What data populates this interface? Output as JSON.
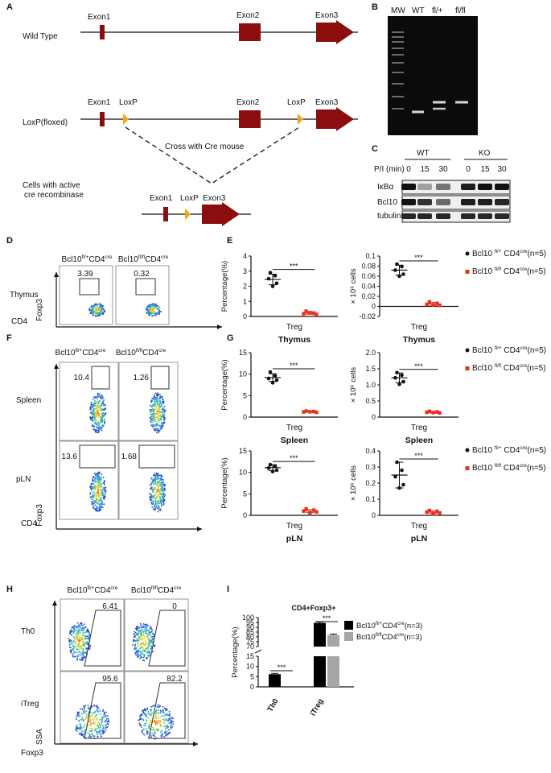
{
  "panels": {
    "A": "A",
    "B": "B",
    "C": "C",
    "D": "D",
    "E": "E",
    "F": "F",
    "G": "G",
    "H": "H",
    "I": "I"
  },
  "panel_a": {
    "wild_type": "Wild Type",
    "loxp_floxed": "LoxP(floxed)",
    "cells_line1": "Cells with active",
    "cells_line2": "cre recombinase",
    "exon1": "Exon1",
    "exon2": "Exon2",
    "exon3": "Exon3",
    "loxp": "LoxP",
    "cross": "Cross with Cre mouse",
    "colors": {
      "exon": "#8b0d0d",
      "loxp": "#f5a21b"
    }
  },
  "panel_b": {
    "lanes": [
      "MW",
      "WT",
      "fl/+",
      "fl/fl"
    ]
  },
  "panel_c": {
    "wt": "WT",
    "ko": "KO",
    "pi_label": "P/I (min)",
    "timepoints": [
      "0",
      "15",
      "30",
      "0",
      "15",
      "30"
    ],
    "rows": [
      "IκBα",
      "Bcl10",
      "tubulin"
    ]
  },
  "flow": {
    "col_het_base": "Bcl10",
    "col_het_sup": "fl/+",
    "col_het_sub": "CD4",
    "col_het_sub_sup": "cre",
    "col_ko_base": "Bcl10",
    "col_ko_sup": "fl/fl",
    "col_ko_sub": "CD4",
    "col_ko_sub_sup": "cre",
    "foxp3": "Foxp3",
    "cd4": "CD4",
    "ssa": "SSA"
  },
  "panel_d": {
    "row": "Thymus",
    "values": [
      "3.39",
      "0.32"
    ]
  },
  "panel_f": {
    "rows": [
      "Spleen",
      "pLN"
    ],
    "values": [
      [
        "10.4",
        "1.26"
      ],
      [
        "13.6",
        "1.68"
      ]
    ]
  },
  "panel_h": {
    "rows": [
      "Th0",
      "iTreg"
    ],
    "values": [
      [
        "6.41",
        "0"
      ],
      [
        "95.6",
        "82.2"
      ]
    ]
  },
  "legend_e": {
    "het_prefix": "Bcl10 ",
    "het_sup": "fl/+",
    "het_mid": " CD4",
    "het_sup2": "cre",
    "het_suffix": "(n=5)",
    "ko_prefix": "Bcl10 ",
    "ko_sup": "fl/fl",
    "ko_mid": " CD4",
    "ko_sup2": "cre",
    "ko_suffix": "(n=5)"
  },
  "legend_i": {
    "het": "Bcl10",
    "het_sup": "fl/+",
    "het_mid": "CD4",
    "het_sup2": "cre",
    "het_suffix": "(n=3)",
    "ko": "Bcl10",
    "ko_sup": "fl/fl",
    "ko_mid": "CD4",
    "ko_sup2": "cre",
    "ko_suffix": "(n=3)"
  },
  "sig": "***",
  "chart_data": [
    {
      "type": "scatter",
      "panel": "E",
      "xlabel": "Thymus",
      "category": "Treg",
      "ylabel": "Percentage(%)",
      "ylim": [
        0,
        4
      ],
      "yticks": [
        0,
        1,
        2,
        3,
        4
      ],
      "series": [
        {
          "name": "Bcl10 fl/+ CD4cre(n=5)",
          "color": "#111111",
          "points": [
            2.9,
            2.7,
            2.5,
            2.2,
            2.0
          ],
          "mean": 2.45,
          "sd": 0.35
        },
        {
          "name": "Bcl10 fl/fl CD4cre(n=5)",
          "color": "#e8321e",
          "points": [
            0.35,
            0.22,
            0.18,
            0.12,
            0.25
          ],
          "mean": 0.22,
          "sd": 0.08
        }
      ],
      "significance": "***"
    },
    {
      "type": "scatter",
      "panel": "E",
      "xlabel": "Thymus",
      "category": "Treg",
      "ylabel": "× 10⁶ cells",
      "ylim": [
        -0.02,
        0.1
      ],
      "yticks": [
        -0.02,
        0,
        0.02,
        0.04,
        0.06,
        0.08,
        0.1
      ],
      "series": [
        {
          "name": "Bcl10 fl/+ CD4cre(n=5)",
          "color": "#111111",
          "points": [
            0.084,
            0.079,
            0.072,
            0.064,
            0.06
          ],
          "mean": 0.072,
          "sd": 0.01
        },
        {
          "name": "Bcl10 fl/fl CD4cre(n=5)",
          "color": "#e8321e",
          "points": [
            0.009,
            0.006,
            0.004,
            0.002,
            0.003
          ],
          "mean": 0.005,
          "sd": 0.003
        }
      ],
      "significance": "***"
    },
    {
      "type": "scatter",
      "panel": "G",
      "xlabel": "Spleen",
      "category": "Treg",
      "ylabel": "Percentage(%)",
      "ylim": [
        0,
        15
      ],
      "yticks": [
        0,
        5,
        10,
        15
      ],
      "series": [
        {
          "name": "Bcl10 fl/+ CD4cre(n=5)",
          "color": "#111111",
          "points": [
            10.5,
            9.6,
            9.0,
            8.6,
            8.0
          ],
          "mean": 9.2,
          "sd": 0.9
        },
        {
          "name": "Bcl10 fl/fl CD4cre(n=5)",
          "color": "#e8321e",
          "points": [
            1.4,
            1.3,
            1.2,
            1.1,
            1.25
          ],
          "mean": 1.25,
          "sd": 0.1
        }
      ],
      "significance": "***"
    },
    {
      "type": "scatter",
      "panel": "G",
      "xlabel": "Spleen",
      "category": "Treg",
      "ylabel": "× 10⁶ cells",
      "ylim": [
        0,
        2
      ],
      "yticks": [
        0,
        0.5,
        1.0,
        1.5,
        2.0
      ],
      "series": [
        {
          "name": "Bcl10 fl/+ CD4cre(n=5)",
          "color": "#111111",
          "points": [
            1.38,
            1.3,
            1.22,
            1.1,
            1.02
          ],
          "mean": 1.22,
          "sd": 0.15
        },
        {
          "name": "Bcl10 fl/fl CD4cre(n=5)",
          "color": "#e8321e",
          "points": [
            0.18,
            0.16,
            0.15,
            0.13,
            0.14
          ],
          "mean": 0.15,
          "sd": 0.02
        }
      ],
      "significance": "***"
    },
    {
      "type": "scatter",
      "panel": "G",
      "xlabel": "pLN",
      "category": "Treg",
      "ylabel": "Percentage(%)",
      "ylim": [
        0,
        15
      ],
      "yticks": [
        0,
        5,
        10,
        15
      ],
      "series": [
        {
          "name": "Bcl10 fl/+ CD4cre(n=5)",
          "color": "#111111",
          "points": [
            11.8,
            11.4,
            11.0,
            10.5,
            10.2
          ],
          "mean": 11.1,
          "sd": 0.7
        },
        {
          "name": "Bcl10 fl/fl CD4cre(n=5)",
          "color": "#e8321e",
          "points": [
            1.5,
            1.2,
            1.0,
            0.8,
            0.6
          ],
          "mean": 1.0,
          "sd": 0.35
        }
      ],
      "significance": "***"
    },
    {
      "type": "scatter",
      "panel": "G",
      "xlabel": "pLN",
      "category": "Treg",
      "ylabel": "× 10⁶ cells",
      "ylim": [
        0,
        0.4
      ],
      "yticks": [
        0,
        0.1,
        0.2,
        0.3,
        0.4
      ],
      "series": [
        {
          "name": "Bcl10 fl/+ CD4cre(n=5)",
          "color": "#111111",
          "points": [
            0.33,
            0.28,
            0.24,
            0.19,
            0.17
          ],
          "mean": 0.25,
          "sd": 0.08
        },
        {
          "name": "Bcl10 fl/fl CD4cre(n=5)",
          "color": "#e8321e",
          "points": [
            0.03,
            0.025,
            0.02,
            0.015,
            0.01
          ],
          "mean": 0.02,
          "sd": 0.008
        }
      ],
      "significance": "***"
    },
    {
      "type": "bar",
      "panel": "I",
      "title": "CD4+Foxp3+",
      "ylabel": "Percentage(%)",
      "categories": [
        "Th0",
        "iTreg"
      ],
      "yticks": [
        0,
        5,
        10,
        15,
        70,
        75,
        80,
        85,
        90,
        95,
        100
      ],
      "axis_break": [
        15,
        70
      ],
      "series": [
        {
          "name": "Bcl10fl/+CD4cre(n=3)",
          "color": "#000000",
          "values": [
            6.2,
            94.5
          ],
          "errors": [
            0.4,
            1.0
          ]
        },
        {
          "name": "Bcl10fl/flCD4cre(n=3)",
          "color": "#a6a6a6",
          "values": [
            0,
            82
          ],
          "errors": [
            0,
            1.0
          ]
        }
      ],
      "significance": [
        "***",
        "***"
      ]
    }
  ]
}
